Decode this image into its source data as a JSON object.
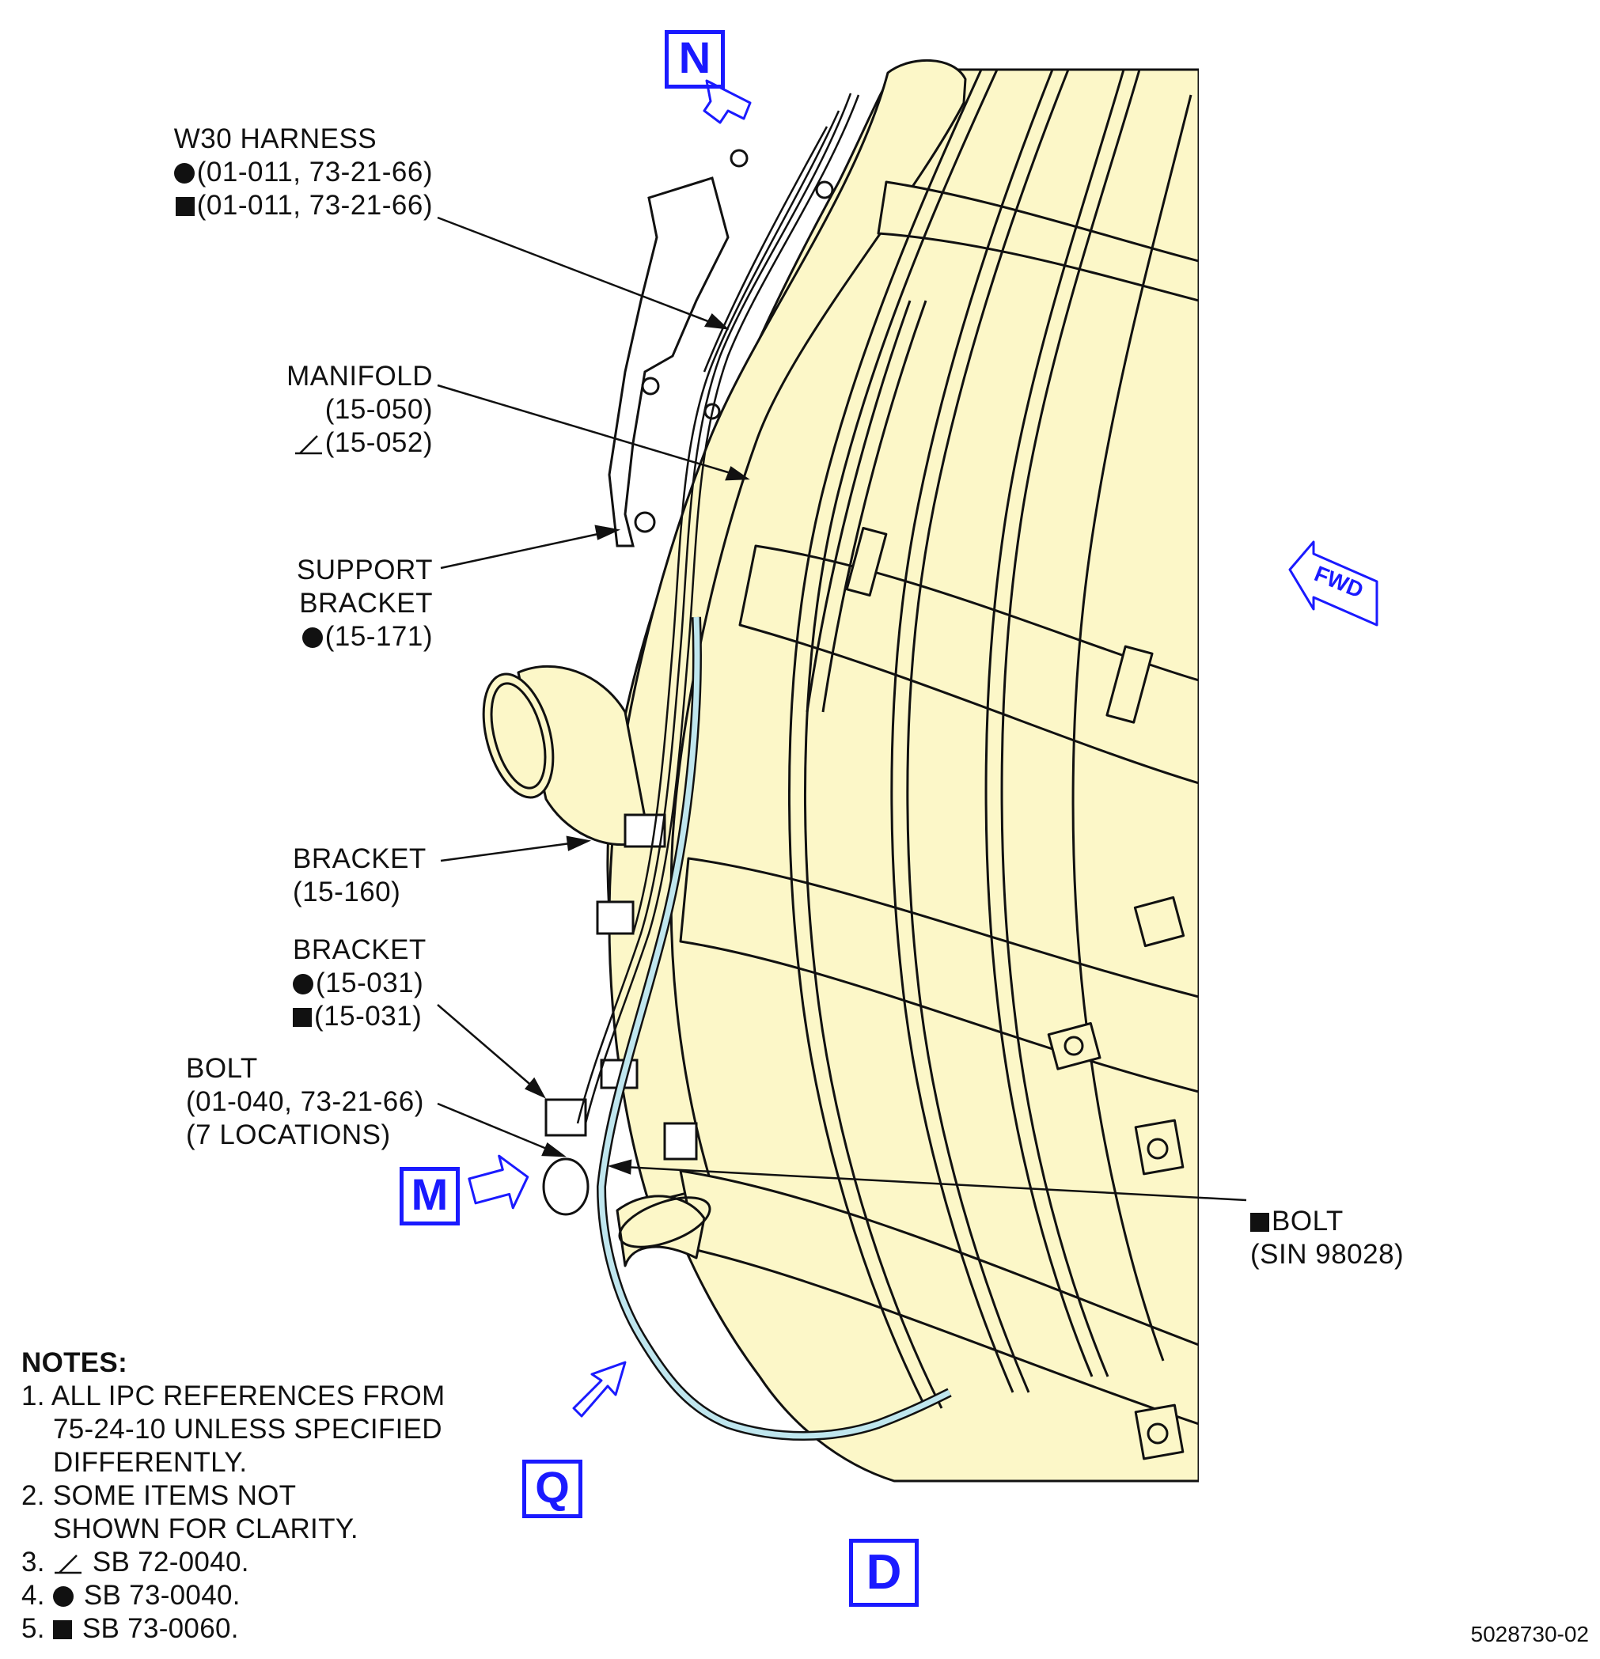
{
  "labels": {
    "w30_harness": [
      "W30 HARNESS",
      "(01-011, 73-21-66)",
      "(01-011, 73-21-66)"
    ],
    "manifold": [
      "MANIFOLD",
      "(15-050)",
      "(15-052)"
    ],
    "support_bracket": [
      "SUPPORT",
      "BRACKET",
      "(15-171)"
    ],
    "bracket_160": [
      "BRACKET",
      "(15-160)"
    ],
    "bracket_031": [
      "BRACKET",
      "(15-031)",
      "(15-031)"
    ],
    "bolt_01040": [
      "BOLT",
      "(01-040, 73-21-66)",
      "(7 LOCATIONS)"
    ],
    "bolt_sin": [
      "BOLT",
      "(SIN 98028)"
    ]
  },
  "views": {
    "n": "N",
    "m": "M",
    "q": "Q",
    "d": "D"
  },
  "fwd": "FWD",
  "notes": {
    "title": "NOTES:",
    "n1": [
      "1. ALL IPC REFERENCES FROM",
      "75-24-10 UNLESS SPECIFIED",
      "DIFFERENTLY."
    ],
    "n2": [
      "2. SOME ITEMS NOT",
      "SHOWN FOR CLARITY."
    ],
    "n3": [
      "3.",
      "SB 72-0040."
    ],
    "n4": [
      "4.",
      "SB 73-0040."
    ],
    "n5": [
      "5.",
      "SB 73-0060."
    ]
  },
  "figure_number": "5028730-02",
  "colors": {
    "body": "#fcf7c8",
    "line": "#111111",
    "blue": "#1a1aff",
    "harness": "#bfe6ee"
  }
}
